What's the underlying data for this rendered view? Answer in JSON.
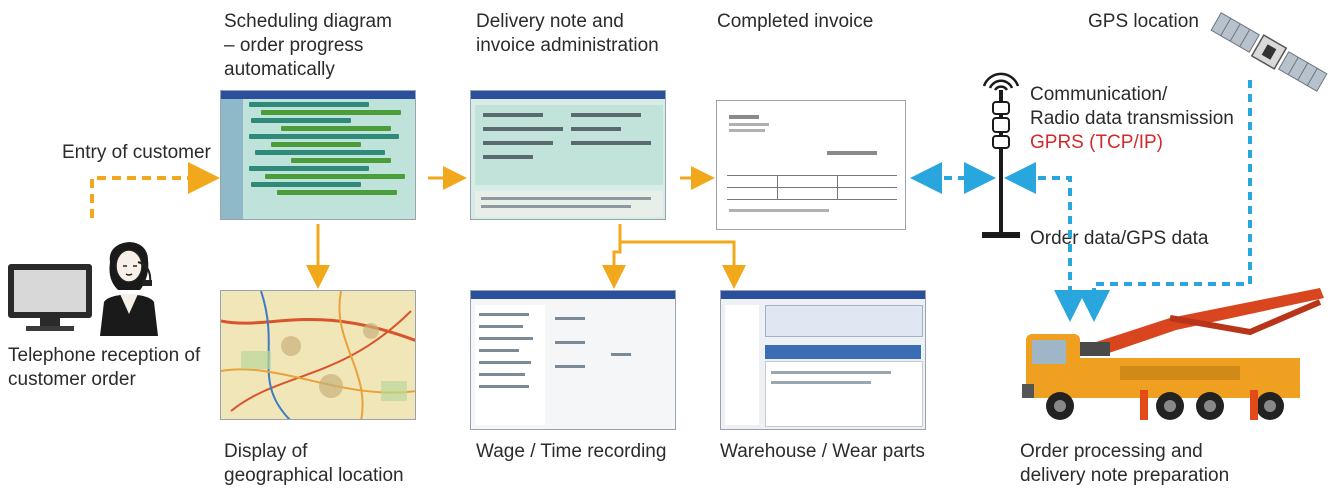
{
  "labels": {
    "scheduling": "Scheduling diagram\n– order progress\nautomatically",
    "delivery_admin": "Delivery note and\ninvoice administration",
    "completed_invoice": "Completed invoice",
    "gps_location": "GPS location",
    "communication": "Communication/\nRadio data transmission",
    "gprs": "GPRS (TCP/IP)",
    "entry_customer": "Entry of customer",
    "order_gps_data": "Order data/GPS data",
    "telephone_reception": "Telephone reception of\ncustomer order",
    "geo_display": "Display of\ngeographical location",
    "wage_time": "Wage / Time recording",
    "warehouse": "Warehouse / Wear parts",
    "order_processing": "Order processing and\ndelivery note preparation"
  },
  "colors": {
    "orange_flow": "#f2a81d",
    "blue_flow": "#29a6dd",
    "gprs_text": "#d22a2a",
    "truck_body": "#f0a020",
    "boom": "#d9451e"
  },
  "icons": [
    "computer-monitor-icon",
    "call-center-agent-icon",
    "antenna-mast-icon",
    "satellite-icon",
    "concrete-pump-truck-icon"
  ]
}
